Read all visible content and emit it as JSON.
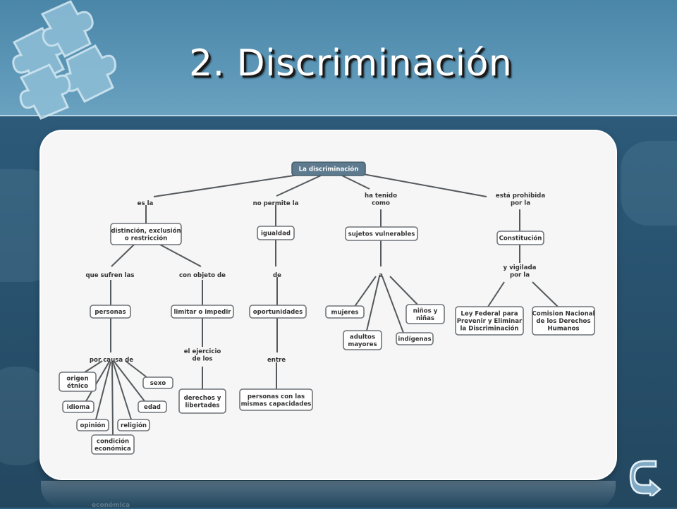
{
  "slide": {
    "title": "2. Discriminación"
  },
  "colors": {
    "header": "#5b95b6",
    "background": "#2a5674",
    "panel": "#f6f6f6",
    "root_node": "#5d7a8e"
  },
  "concept_map": {
    "root": "La discriminación",
    "nodes": {
      "n1": "distinción, exclusión|o restricción",
      "n2": "igualdad",
      "n3": "sujetos vulnerables",
      "n4": "Constitución",
      "n5": "personas",
      "n6": "limitar o impedir",
      "n7": "oportunidades",
      "n8": "mujeres",
      "n9": "niños y|niñas",
      "n10": "adultos|mayores",
      "n11": "indígenas",
      "n12": "Ley Federal para|Prevenir y Eliminar|la Discriminación",
      "n13": "Comision Nacional|de los Derechos|Humanos",
      "n14": "derechos y|libertades",
      "n15": "personas con las|mismas capacidades",
      "n16": "origen|étnico",
      "n17": "sexo",
      "n18": "idioma",
      "n19": "edad",
      "n20": "opinión",
      "n21": "religión",
      "n22": "condición|económica"
    },
    "link_labels": {
      "l1": "es la",
      "l2": "no permite la",
      "l3": "ha tenido|como",
      "l4": "está prohibida|por la",
      "l5": "que sufren las",
      "l6": "con objeto de",
      "l7": "de",
      "l8": "a",
      "l9": "y vigilada|por la",
      "l10": "por causa de",
      "l11": "el ejercicio|de los",
      "l12": "entre"
    }
  },
  "icons": {
    "logo": "puzzle-pieces-icon",
    "navigation": "return-arrow-icon"
  },
  "footer": {
    "reflection_text": "económica"
  }
}
